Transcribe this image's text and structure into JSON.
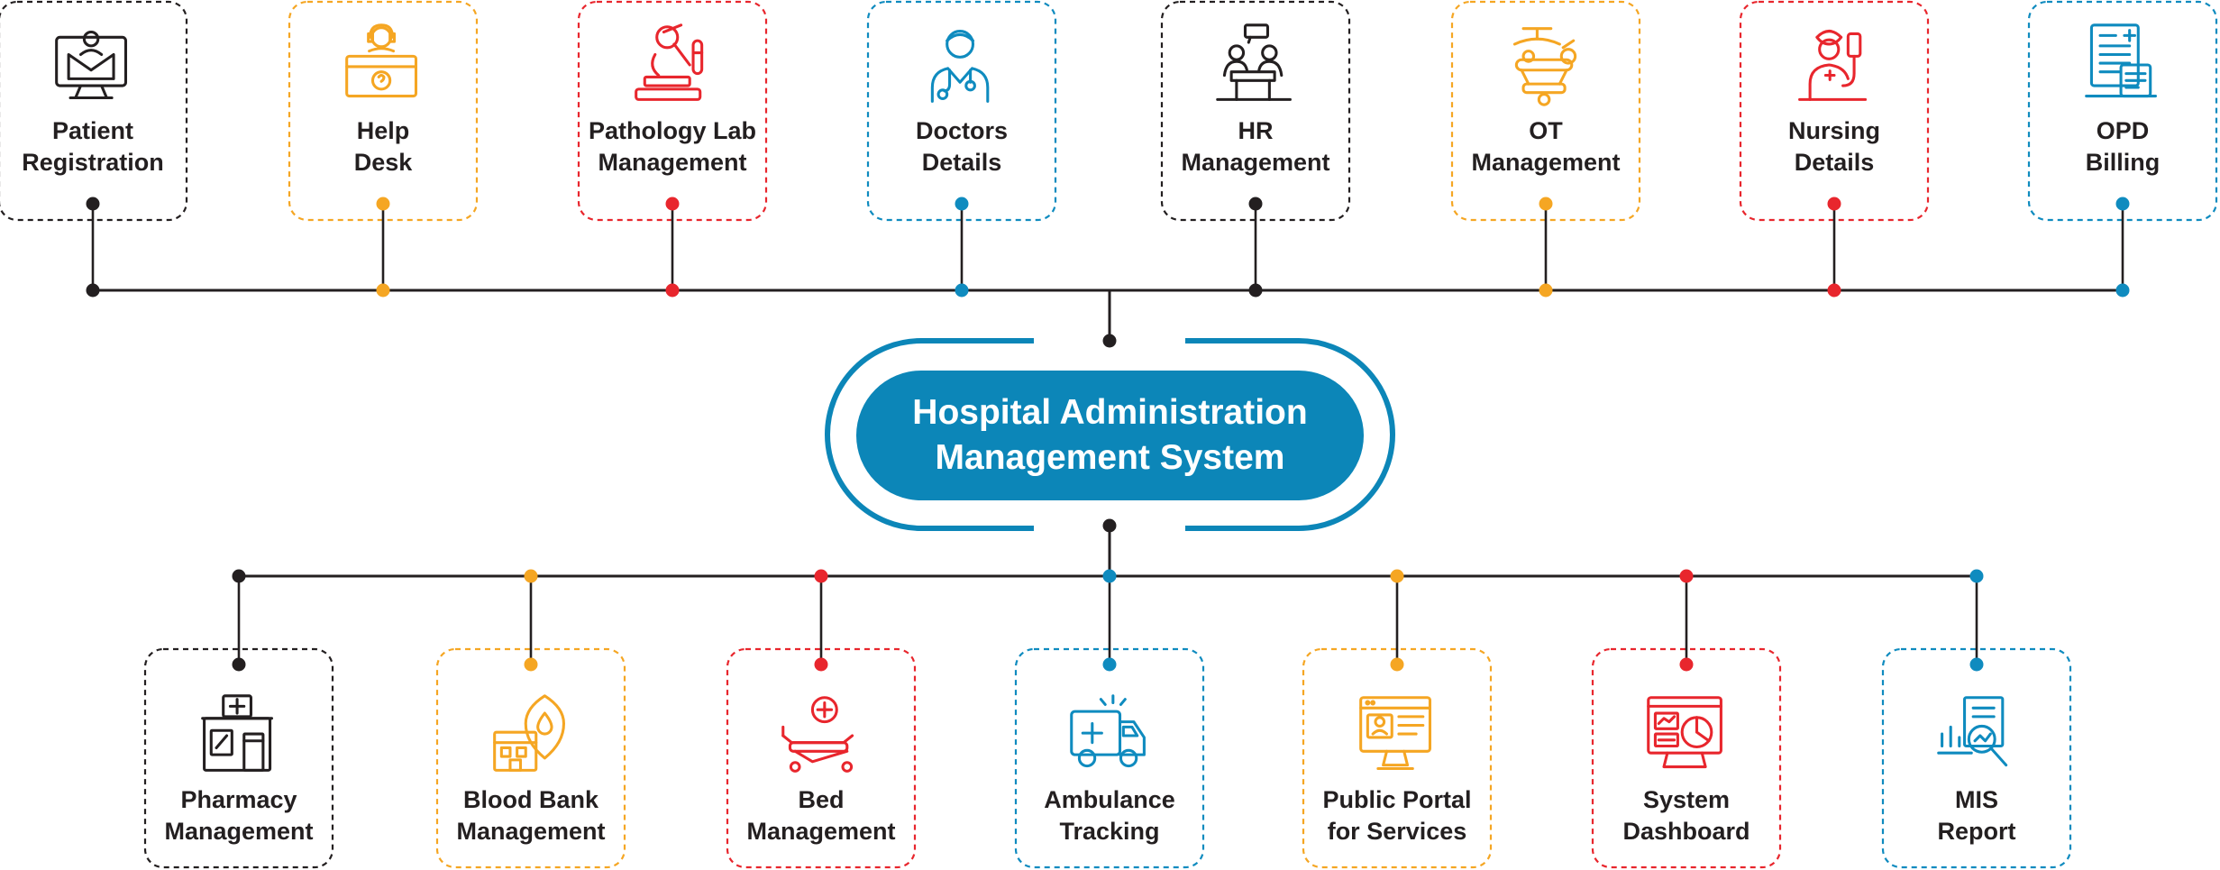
{
  "title": {
    "line1": "Hospital Administration",
    "line2": "Management System"
  },
  "colors": {
    "black": "#231f20",
    "orange": "#f5a623",
    "red": "#e8262d",
    "blue": "#0f8bbf",
    "hub": "#0c86b8"
  },
  "top_modules": [
    {
      "lines": [
        "Patient",
        "Registration"
      ],
      "color": "black",
      "icon": "patient-registration-icon"
    },
    {
      "lines": [
        "Help",
        "Desk"
      ],
      "color": "orange",
      "icon": "help-desk-icon"
    },
    {
      "lines": [
        "Pathology Lab",
        "Management"
      ],
      "color": "red",
      "icon": "microscope-icon"
    },
    {
      "lines": [
        "Doctors",
        "Details"
      ],
      "color": "blue",
      "icon": "doctor-icon"
    },
    {
      "lines": [
        "HR",
        "Management"
      ],
      "color": "black",
      "icon": "hr-meeting-icon"
    },
    {
      "lines": [
        "OT",
        "Management"
      ],
      "color": "orange",
      "icon": "operation-theatre-icon"
    },
    {
      "lines": [
        "Nursing",
        "Details"
      ],
      "color": "red",
      "icon": "nurse-icon"
    },
    {
      "lines": [
        "OPD",
        "Billing"
      ],
      "color": "blue",
      "icon": "billing-icon"
    }
  ],
  "bottom_modules": [
    {
      "lines": [
        "Pharmacy",
        "Management"
      ],
      "color": "black",
      "icon": "pharmacy-icon"
    },
    {
      "lines": [
        "Blood Bank",
        "Management"
      ],
      "color": "orange",
      "icon": "blood-bank-icon"
    },
    {
      "lines": [
        "Bed",
        "Management"
      ],
      "color": "red",
      "icon": "hospital-bed-icon"
    },
    {
      "lines": [
        "Ambulance",
        "Tracking"
      ],
      "color": "blue",
      "icon": "ambulance-icon"
    },
    {
      "lines": [
        "Public Portal",
        "for Services"
      ],
      "color": "orange",
      "icon": "web-portal-icon"
    },
    {
      "lines": [
        "System",
        "Dashboard"
      ],
      "color": "red",
      "icon": "dashboard-icon"
    },
    {
      "lines": [
        "MIS",
        "Report"
      ],
      "color": "blue",
      "icon": "report-icon"
    }
  ]
}
